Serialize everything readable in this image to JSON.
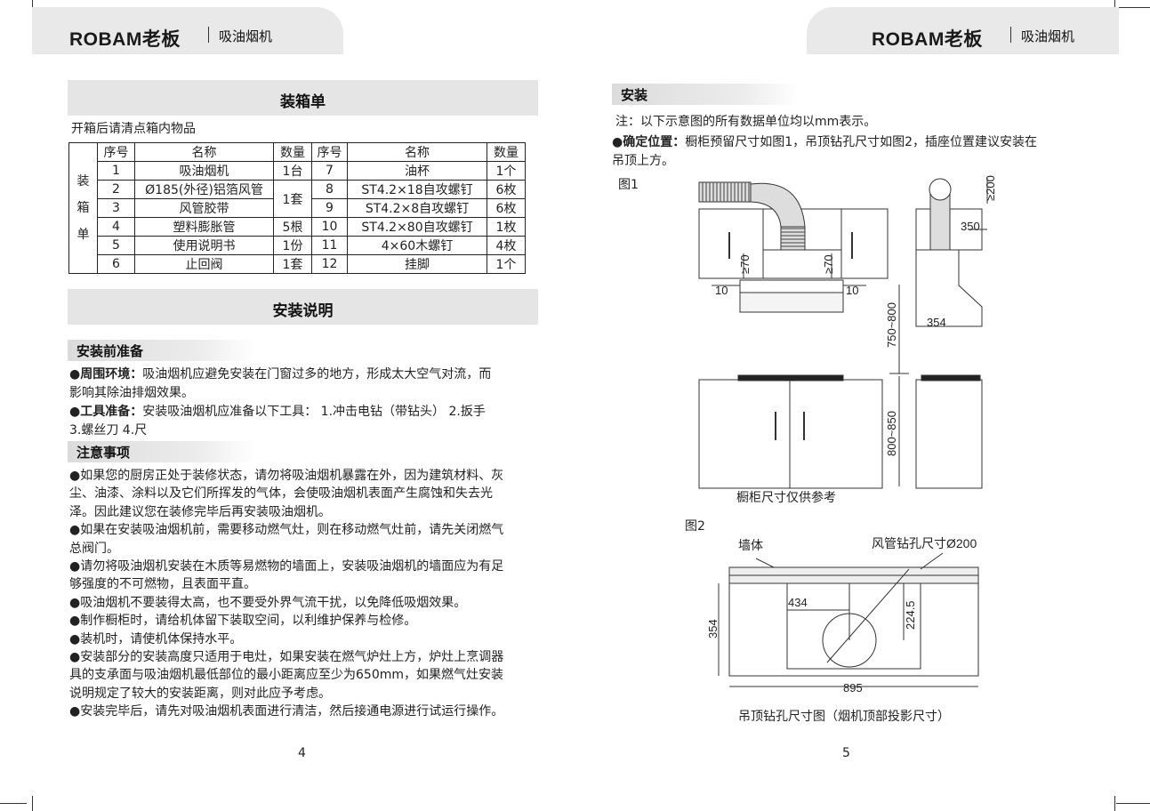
{
  "header": {
    "brand": "ROBAM老板",
    "product": "吸油烟机"
  },
  "left": {
    "packing_title": "装箱单",
    "packing_intro": "开箱后请清点箱内物品",
    "packing_side_label": [
      "装",
      "箱",
      "单"
    ],
    "table_headers": [
      "序号",
      "名称",
      "数量",
      "序号",
      "名称",
      "数量"
    ],
    "rows_left": [
      {
        "no": "1",
        "name": "吸油烟机",
        "qty": "1台"
      },
      {
        "no": "2",
        "name": "Ø185(外径)铝箔风管",
        "qty": "1套"
      },
      {
        "no": "3",
        "name": "风管胶带",
        "qty": ""
      },
      {
        "no": "4",
        "name": "塑料膨胀管",
        "qty": "5根"
      },
      {
        "no": "5",
        "name": "使用说明书",
        "qty": "1份"
      },
      {
        "no": "6",
        "name": "止回阀",
        "qty": "1套"
      }
    ],
    "rows_right": [
      {
        "no": "7",
        "name": "油杯",
        "qty": "1个"
      },
      {
        "no": "8",
        "name": "ST4.2×18自攻螺钉",
        "qty": "6枚"
      },
      {
        "no": "9",
        "name": "ST4.2×8自攻螺钉",
        "qty": "6枚"
      },
      {
        "no": "10",
        "name": "ST4.2×80自攻螺钉",
        "qty": "1枚"
      },
      {
        "no": "11",
        "name": "4×60木螺钉",
        "qty": "4枚"
      },
      {
        "no": "12",
        "name": "挂脚",
        "qty": "1个"
      }
    ],
    "install_title": "安装说明",
    "prep_title": "安装前准备",
    "env_label": "●周围环境：",
    "env_text_1": "吸油烟机应避免安装在门窗过多的地方，形成太大空气对流，而",
    "env_text_2": "影响其除油排烟效果。",
    "tools_label": "●工具准备：",
    "tools_text_1": "安装吸油烟机应准备以下工具： 1.冲击电钻（带钻头） 2.扳手",
    "tools_text_2": "3.螺丝刀  4.尺",
    "notes_title": "注意事项",
    "notes_lines": [
      "●如果您的厨房正处于装修状态，请勿将吸油烟机暴露在外，因为建筑材料、灰",
      "尘、油漆、涂料以及它们所挥发的气体，会使吸油烟机表面产生腐蚀和失去光",
      "泽。因此建议您在装修完毕后再安装吸油烟机。",
      "●如果在安装吸油烟机前，需要移动燃气灶，则在移动燃气灶前，请先关闭燃气",
      "总阀门。",
      "●请勿将吸油烟机安装在木质等易燃物的墙面上，安装吸油烟机的墙面应为有足",
      "够强度的不可燃物，且表面平直。",
      "●吸油烟机不要装得太高，也不要受外界气流干扰，以免降低吸烟效果。",
      "●制作橱柜时，请给机体留下装取空间，以利维护保养与检修。",
      "●装机时，请使机体保持水平。",
      "●安装部分的安装高度只适用于电灶，如果安装在燃气炉灶上方，炉灶上烹调器",
      "具的支承面与吸油烟机最低部位的最小距离应至少为650mm，如果燃气灶安装",
      "说明规定了较大的安装距离，则对此应予考虑。",
      "●安装完毕后，请先对吸油烟机表面进行清洁，然后接通电源进行试运行操作。"
    ],
    "page_number": "4"
  },
  "right": {
    "section_title": "安装",
    "note": "注：以下示意图的所有数据单位均以mm表示。",
    "pos_label": "●确定位置：",
    "pos_text_1": "橱柜预留尺寸如图1，吊顶钻孔尺寸如图2，插座位置建议安装在",
    "pos_text_2": "吊顶上方。",
    "fig1_label": "图1",
    "fig1_dims": {
      "top": "≥200",
      "side_a": "350",
      "gap_left": "≥70",
      "gap_right": "≥70",
      "edge_left": "10",
      "edge_right": "10",
      "depth": "354",
      "height_range": "750~800",
      "cabinet_height": "800~850"
    },
    "fig1_caption": "橱柜尺寸仅供参考",
    "fig2_label": "图2",
    "fig2_wall": "墙体",
    "fig2_hole": "风管钻孔尺寸Ø200",
    "fig2_dims": {
      "offset_x": "434",
      "offset_y": "224.5",
      "depth": "354",
      "width": "895"
    },
    "fig2_caption": "吊顶钻孔尺寸图（烟机顶部投影尺寸）",
    "page_number": "5"
  }
}
